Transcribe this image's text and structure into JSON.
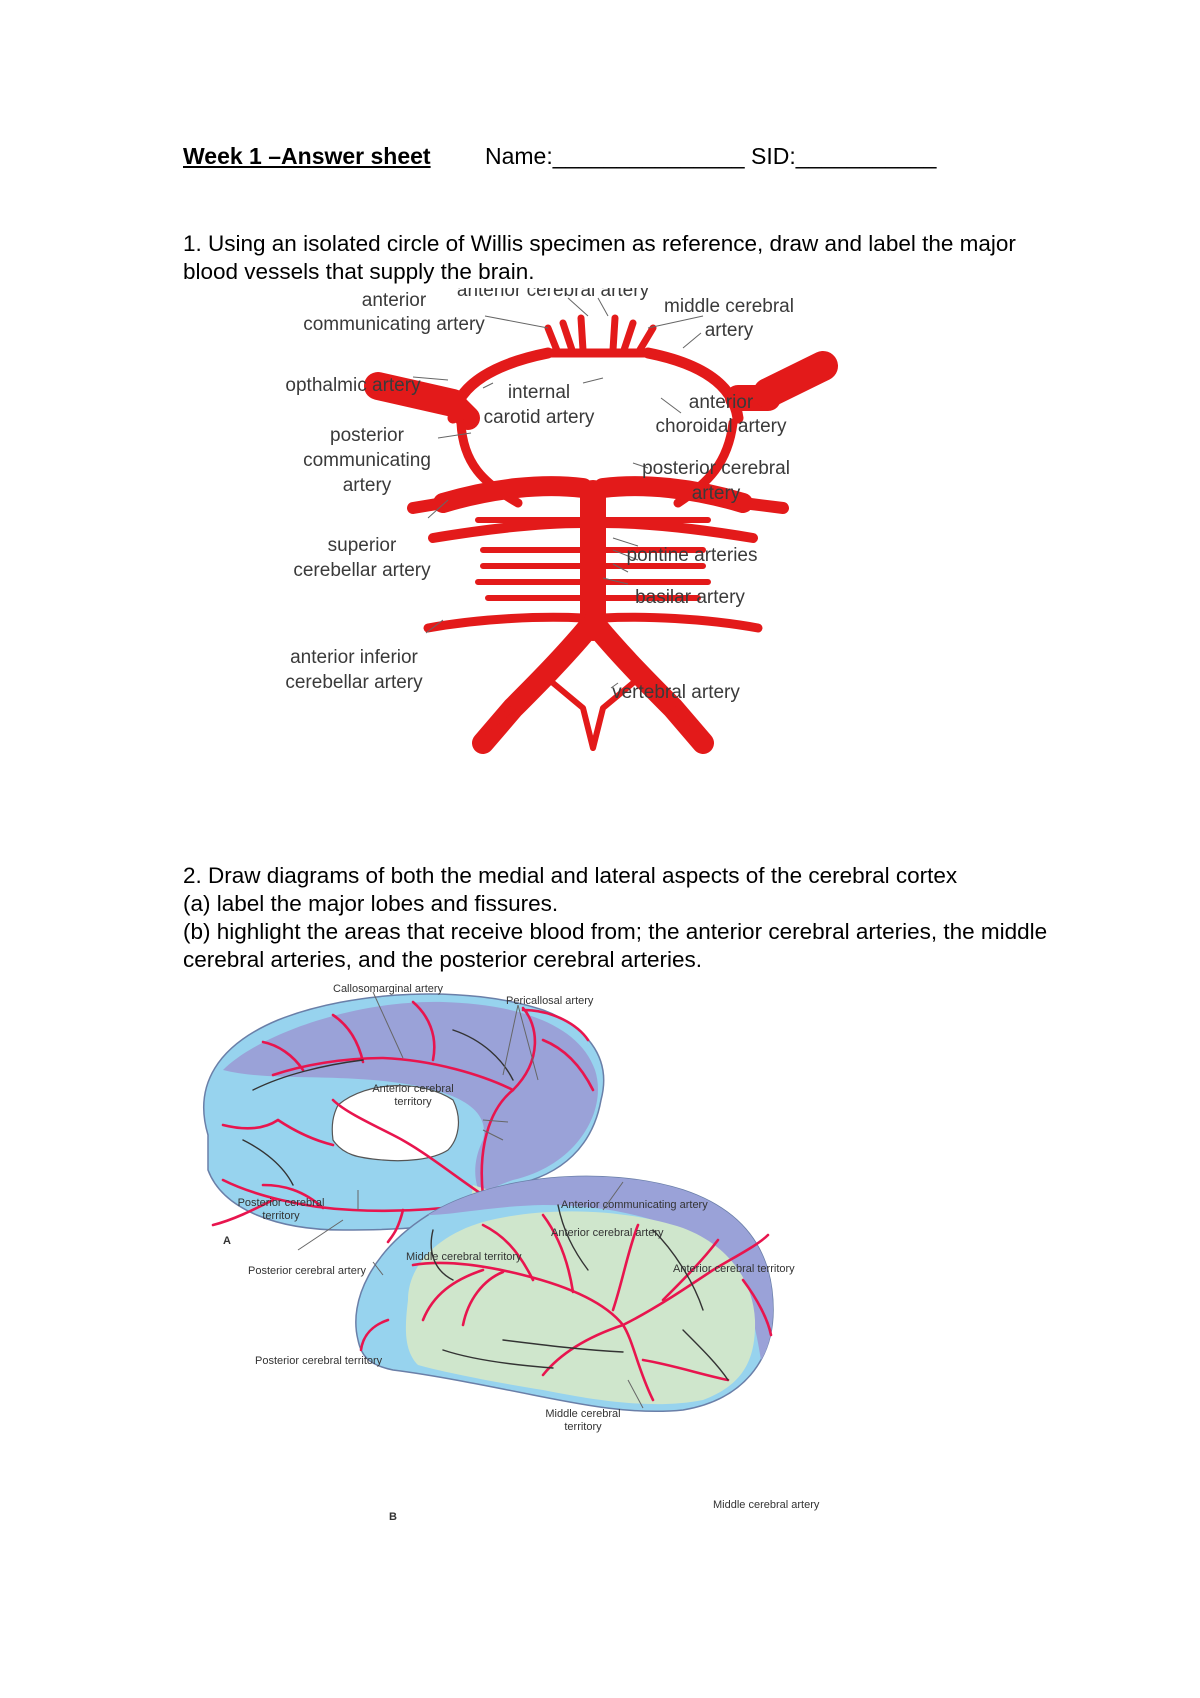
{
  "header": {
    "title": "Week 1 –Answer sheet",
    "name_field": "Name:_______________ SID:___________"
  },
  "question1": {
    "text": "1.  Using an isolated circle of Willis specimen as reference, draw and label the major blood vessels that supply the brain."
  },
  "willis_labels": {
    "anterior_communicating_1": "anterior",
    "anterior_communicating_2": "communicating artery",
    "anterior_cerebral": "anterior cerebral artery",
    "middle_cerebral_1": "middle cerebral",
    "middle_cerebral_2": "artery",
    "opthalmic": "opthalmic artery",
    "internal_carotid_1": "internal",
    "internal_carotid_2": "carotid artery",
    "anterior_choroidal_1": "anterior",
    "anterior_choroidal_2": "choroidal artery",
    "posterior_communicating_1": "posterior",
    "posterior_communicating_2": "communicating",
    "posterior_communicating_3": "artery",
    "posterior_cerebral_1": "posterior cerebral",
    "posterior_cerebral_2": "artery",
    "superior_cerebellar_1": "superior",
    "superior_cerebellar_2": "cerebellar artery",
    "pontine": "pontine arteries",
    "basilar": "basilar artery",
    "aica_1": "anterior inferior",
    "aica_2": "cerebellar artery",
    "vertebral": "vertebral artery"
  },
  "question2": {
    "line1": "2. Draw diagrams of both the medial and lateral aspects of the cerebral cortex",
    "line2": "(a) label the major lobes and fissures.",
    "line3": "(b) highlight the areas that receive blood from; the anterior cerebral arteries, the middle cerebral arteries, and the posterior cerebral arteries."
  },
  "brain_labels": {
    "callosomarginal": "Callosomarginal artery",
    "pericallosal": "Pericallosal artery",
    "aca_territory_1": "Anterior cerebral",
    "aca_territory_2": "territory",
    "pca_territory_1": "Posterior cerebral",
    "pca_territory_2": "territory",
    "acom": "Anterior communicating artery",
    "aca": "Anterior cerebral artery",
    "panel_a": "A",
    "mca_territory_a": "Middle cerebral territory",
    "pca": "Posterior cerebral artery",
    "aca_territory_b": "Anterior cerebral territory",
    "pca_territory_b": "Posterior cerebral territory",
    "mca_territory_b_1": "Middle cerebral",
    "mca_territory_b_2": "territory",
    "mca": "Middle cerebral artery",
    "panel_b": "B"
  },
  "colors": {
    "artery": "#e31a1a",
    "brain_artery": "#e8154e",
    "aca_territory": "#9aa2d8",
    "mca_territory": "#cfe6cc",
    "pca_territory": "#97d3ee"
  }
}
